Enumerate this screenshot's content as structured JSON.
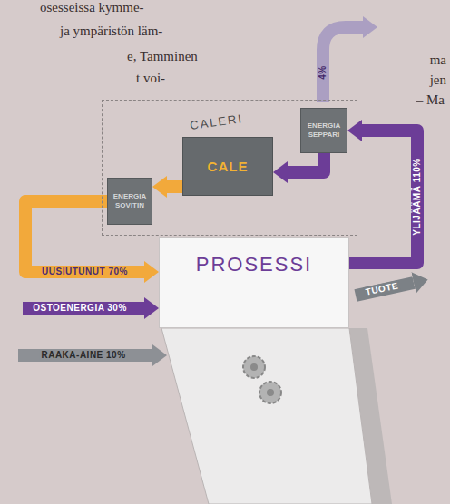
{
  "diagram": {
    "nodes": [
      {
        "text": [
          "CALERI"
        ]
      },
      {
        "text": [
          "ENERGIA SOVITIN"
        ],
        "in": 0
      },
      {
        "text": [
          "CALE"
        ],
        "in": 0
      },
      {
        "text": [
          "ENERGIA SEPPARI"
        ],
        "in": 0
      },
      {
        "text": [
          "PROSESSI"
        ]
      }
    ],
    "edges": [
      {
        "from": 4,
        "to": 3,
        "label": "YLIJÄÄMÄ 110%",
        "arrow": "to"
      },
      {
        "from": 3,
        "to": 2,
        "arrow": "to"
      },
      {
        "from": 2,
        "to": 1,
        "arrow": "to"
      },
      {
        "from": 1,
        "to": 4,
        "label": "UUSIUTUNUT 70%",
        "arrow": "to"
      }
    ],
    "labels": [
      "osesseissa kymme-",
      "ja ympäristön läm-",
      "e, Tamminen",
      "t voi-",
      "ma",
      "jen",
      "– Ma",
      "4%",
      "OSTOENERGIA 30%",
      "RAAKA-AINE 10%",
      "TUOTE"
    ]
  }
}
